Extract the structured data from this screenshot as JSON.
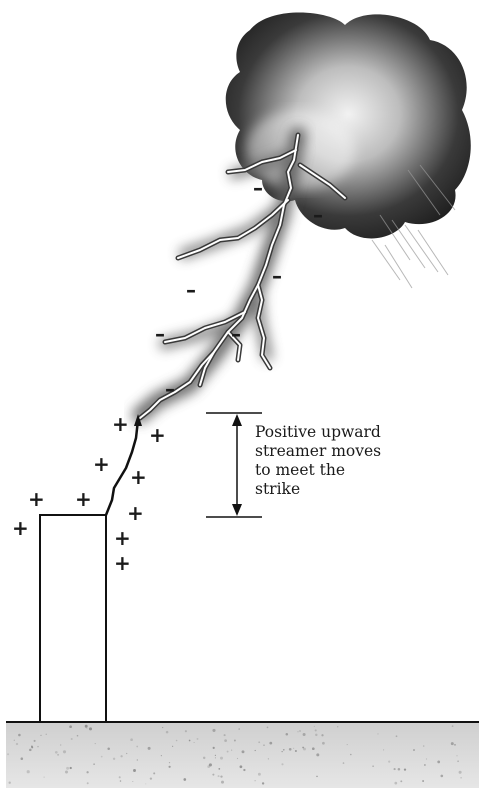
{
  "annotation": {
    "lines": [
      "Positive upward",
      "streamer moves",
      "to meet the",
      "strike"
    ]
  },
  "charges": {
    "positive": "+",
    "negative": "–"
  },
  "icons": {
    "cloud": "storm-cloud",
    "ground": "ground-surface",
    "building": "building"
  },
  "colors": {
    "ink": "#1a1a1a",
    "cloud_dark": "#2a2a2a",
    "ground": "#d9d9d9"
  }
}
